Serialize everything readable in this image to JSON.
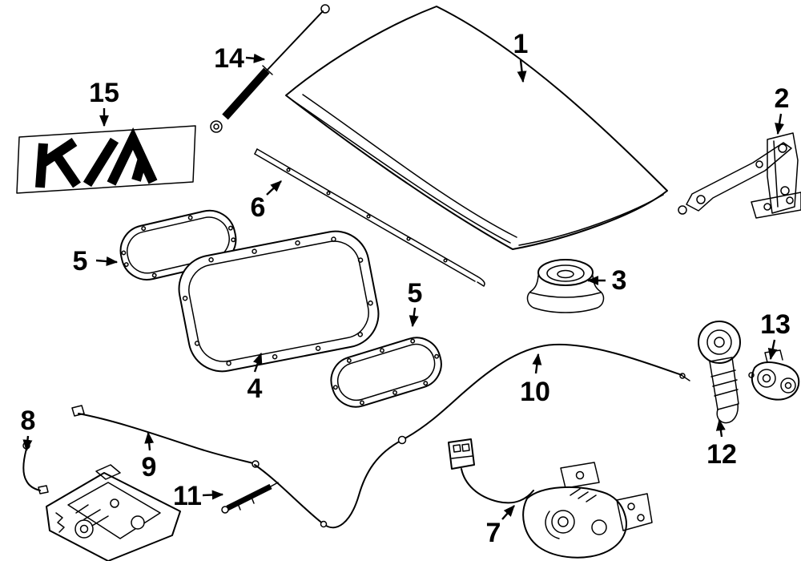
{
  "page": {
    "background": "#ffffff",
    "ink": "#000000"
  },
  "diagram": {
    "name": "hood-exploded-parts-diagram",
    "brand": "Kia",
    "callouts": [
      {
        "label": "1",
        "part": "hood-panel"
      },
      {
        "label": "2",
        "part": "hood-hinge"
      },
      {
        "label": "3",
        "part": "hood-bumper"
      },
      {
        "label": "4",
        "part": "insulator-pad-large"
      },
      {
        "label": "5",
        "part": "insulator-pad-small-left"
      },
      {
        "label": "5",
        "part": "insulator-pad-small-right"
      },
      {
        "label": "6",
        "part": "hood-weatherstrip"
      },
      {
        "label": "7",
        "part": "hood-latch-assembly"
      },
      {
        "label": "8",
        "part": "release-cable-end"
      },
      {
        "label": "9",
        "part": "release-cable-front"
      },
      {
        "label": "10",
        "part": "release-cable-rear"
      },
      {
        "label": "11",
        "part": "cable-adjuster-rod"
      },
      {
        "label": "12",
        "part": "prop-pivot-bracket"
      },
      {
        "label": "13",
        "part": "striker-bracket"
      },
      {
        "label": "14",
        "part": "hood-lift-support"
      },
      {
        "label": "15",
        "part": "kia-emblem"
      }
    ]
  }
}
